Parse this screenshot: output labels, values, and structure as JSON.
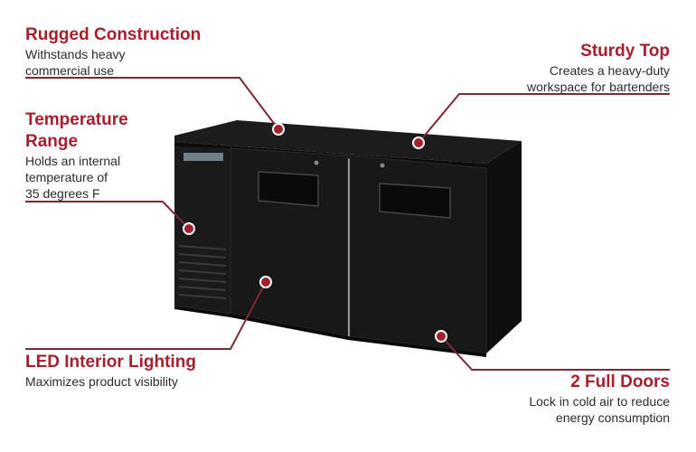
{
  "callouts": {
    "rugged": {
      "title": "Rugged Construction",
      "desc_lines": [
        "Withstands heavy",
        "commercial use"
      ]
    },
    "temperature": {
      "title_lines": [
        "Temperature",
        "Range"
      ],
      "desc_lines": [
        "Holds an internal",
        "temperature of",
        "35 degrees F"
      ]
    },
    "led": {
      "title": "LED Interior Lighting",
      "desc_lines": [
        "Maximizes product visibility"
      ]
    },
    "sturdy": {
      "title": "Sturdy Top",
      "desc_lines": [
        "Creates a heavy-duty",
        "workspace for bartenders"
      ]
    },
    "doors": {
      "title": "2 Full Doors",
      "desc_lines": [
        "Lock in cold air to reduce",
        "energy consumption"
      ]
    }
  },
  "colors": {
    "accent": "#a51f2d",
    "connector": "#7a2a33",
    "text": "#2b2b2b",
    "cabinet": "#151515"
  },
  "product": {
    "icon": "back-bar-cooler-image"
  }
}
